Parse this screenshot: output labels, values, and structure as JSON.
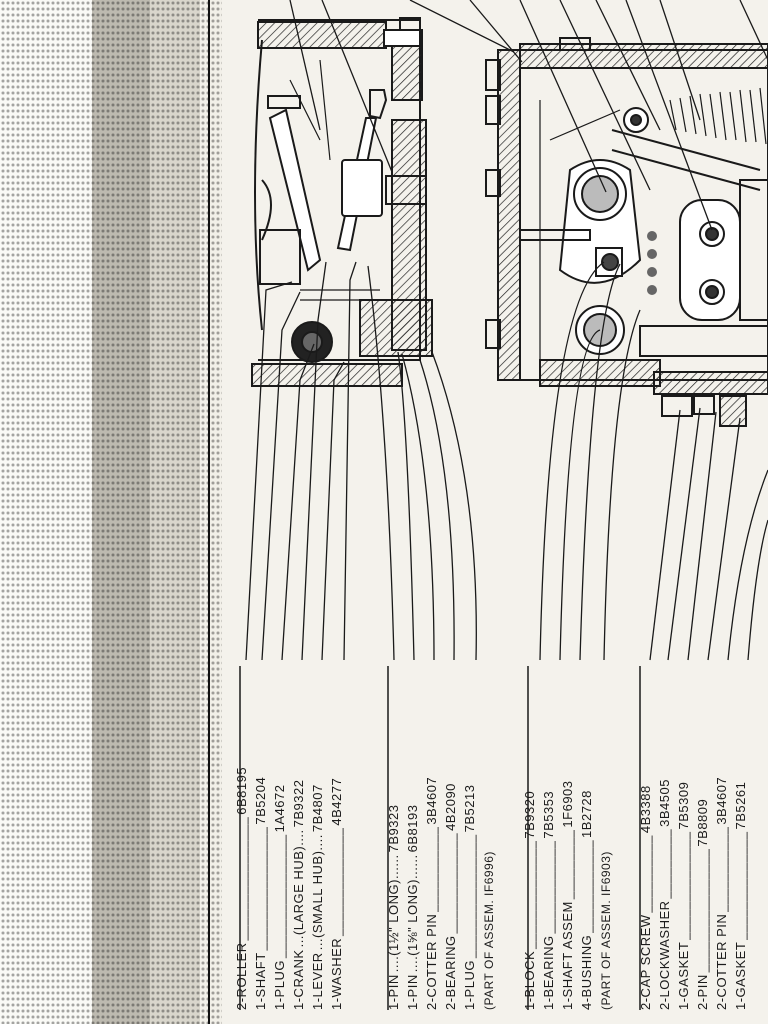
{
  "parts_groups": [
    {
      "items": [
        {
          "desc": "2-ROLLER",
          "dots": "________________",
          "part": "6B8195"
        },
        {
          "desc": "1-SHAFT",
          "dots": "________________",
          "part": "7B5204"
        },
        {
          "desc": "1-PLUG",
          "dots": "________________",
          "part": "1A4672"
        },
        {
          "desc": "1-CRANK",
          "dots": "...(LARGE HUB)....",
          "part": "7B9322"
        },
        {
          "desc": "1-LEVER",
          "dots": "...(SMALL HUB)....",
          "part": "7B4807"
        },
        {
          "desc": "1-WASHER",
          "dots": "______________",
          "part": "4B4277"
        }
      ]
    },
    {
      "items": [
        {
          "desc": "1-PIN",
          "dots": "....(1½\" LONG)......",
          "part": "7B9323"
        },
        {
          "desc": "1-PIN",
          "dots": "....(1⅝\" LONG)......",
          "part": "6B8193"
        },
        {
          "desc": "2-COTTER PIN",
          "dots": "___________",
          "part": "3B4607"
        },
        {
          "desc": "2-BEARING",
          "dots": "_____________",
          "part": "4B2090"
        },
        {
          "desc": "1-PLUG",
          "dots": "________________",
          "part": "7B5213"
        },
        {
          "desc": "(PART OF ASSEM. IF6996)",
          "dots": "",
          "part": ""
        }
      ]
    },
    {
      "items": [
        {
          "desc": "1-BLOCK",
          "dots": "______________",
          "part": "7B9320"
        },
        {
          "desc": "1-BEARING",
          "dots": "____________",
          "part": "7B5353"
        },
        {
          "desc": "1-SHAFT ASSEM",
          "dots": "_________",
          "part": "1F6903"
        },
        {
          "desc": "4-BUSHING",
          "dots": "____________",
          "part": "1B2728"
        },
        {
          "desc": "(PART OF ASSEM. IF6903)",
          "dots": "",
          "part": ""
        }
      ]
    },
    {
      "items": [
        {
          "desc": "2-CAP SCREW",
          "dots": "__________",
          "part": "4B3388"
        },
        {
          "desc": "2-LOCKWASHER",
          "dots": "_________",
          "part": "3B4505"
        },
        {
          "desc": "1-GASKET",
          "dots": "______________",
          "part": "7B5309"
        },
        {
          "desc": "2-PIN",
          "dots": "________________",
          "part": "7B8809"
        },
        {
          "desc": "2-COTTER PIN",
          "dots": "___________",
          "part": "3B4607"
        },
        {
          "desc": "1-GASKET",
          "dots": "______________",
          "part": "7B5261"
        }
      ]
    }
  ]
}
